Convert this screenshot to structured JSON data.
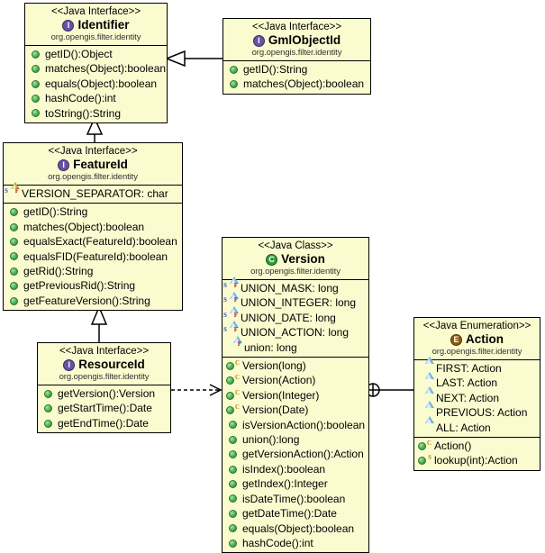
{
  "diagram": {
    "title": "org.opengis.filter.identity UML class diagram",
    "background": "#ffffff",
    "box_fill": "#fbfbd0",
    "line_color": "#000000"
  },
  "classes": [
    {
      "id": "identifier",
      "stereotype": "<<Java Interface>>",
      "name": "Identifier",
      "package": "org.opengis.filter.identity",
      "kind_icon": "interface-icon",
      "fields": [],
      "methods": [
        {
          "label": "getID():Object",
          "icon": "public-method-icon"
        },
        {
          "label": "matches(Object):boolean",
          "icon": "public-method-icon"
        },
        {
          "label": "equals(Object):boolean",
          "icon": "public-method-icon"
        },
        {
          "label": "hashCode():int",
          "icon": "public-method-icon"
        },
        {
          "label": "toString():String",
          "icon": "public-method-icon"
        }
      ]
    },
    {
      "id": "gmlobjectid",
      "stereotype": "<<Java Interface>>",
      "name": "GmlObjectId",
      "package": "org.opengis.filter.identity",
      "kind_icon": "interface-icon",
      "fields": [],
      "methods": [
        {
          "label": "getID():String",
          "icon": "public-method-icon"
        },
        {
          "label": "matches(Object):boolean",
          "icon": "public-method-icon"
        }
      ]
    },
    {
      "id": "featureid",
      "stereotype": "<<Java Interface>>",
      "name": "FeatureId",
      "package": "org.opengis.filter.identity",
      "kind_icon": "interface-icon",
      "fields": [
        {
          "label": "VERSION_SEPARATOR: char",
          "icon": "static-final-field-icon"
        }
      ],
      "methods": [
        {
          "label": "getID():String",
          "icon": "public-method-icon"
        },
        {
          "label": "matches(Object):boolean",
          "icon": "public-method-icon"
        },
        {
          "label": "equalsExact(FeatureId):boolean",
          "icon": "public-method-icon"
        },
        {
          "label": "equalsFID(FeatureId):boolean",
          "icon": "public-method-icon"
        },
        {
          "label": "getRid():String",
          "icon": "public-method-icon"
        },
        {
          "label": "getPreviousRid():String",
          "icon": "public-method-icon"
        },
        {
          "label": "getFeatureVersion():String",
          "icon": "public-method-icon"
        }
      ]
    },
    {
      "id": "resourceid",
      "stereotype": "<<Java Interface>>",
      "name": "ResourceId",
      "package": "org.opengis.filter.identity",
      "kind_icon": "interface-icon",
      "fields": [],
      "methods": [
        {
          "label": "getVersion():Version",
          "icon": "public-method-icon"
        },
        {
          "label": "getStartTime():Date",
          "icon": "public-method-icon"
        },
        {
          "label": "getEndTime():Date",
          "icon": "public-method-icon"
        }
      ]
    },
    {
      "id": "version",
      "stereotype": "<<Java Class>>",
      "name": "Version",
      "package": "org.opengis.filter.identity",
      "kind_icon": "class-icon",
      "fields": [
        {
          "label": "UNION_MASK: long",
          "icon": "static-final-field-icon"
        },
        {
          "label": "UNION_INTEGER: long",
          "icon": "static-final-field-icon"
        },
        {
          "label": "UNION_DATE: long",
          "icon": "static-final-field-icon"
        },
        {
          "label": "UNION_ACTION: long",
          "icon": "static-final-field-icon"
        },
        {
          "label": "union: long",
          "icon": "final-field-icon"
        }
      ],
      "methods": [
        {
          "label": "Version(long)",
          "icon": "constructor-icon"
        },
        {
          "label": "Version(Action)",
          "icon": "constructor-icon"
        },
        {
          "label": "Version(Integer)",
          "icon": "constructor-icon"
        },
        {
          "label": "Version(Date)",
          "icon": "constructor-icon"
        },
        {
          "label": "isVersionAction():boolean",
          "icon": "public-method-icon"
        },
        {
          "label": "union():long",
          "icon": "public-method-icon"
        },
        {
          "label": "getVersionAction():Action",
          "icon": "public-method-icon"
        },
        {
          "label": "isIndex():boolean",
          "icon": "public-method-icon"
        },
        {
          "label": "getIndex():Integer",
          "icon": "public-method-icon"
        },
        {
          "label": "isDateTime():boolean",
          "icon": "public-method-icon"
        },
        {
          "label": "getDateTime():Date",
          "icon": "public-method-icon"
        },
        {
          "label": "equals(Object):boolean",
          "icon": "public-method-icon"
        },
        {
          "label": "hashCode():int",
          "icon": "public-method-icon"
        }
      ]
    },
    {
      "id": "action",
      "stereotype": "<<Java Enumeration>>",
      "name": "Action",
      "package": "org.opengis.filter.identity",
      "kind_icon": "enumeration-icon",
      "fields": [
        {
          "label": "FIRST: Action",
          "icon": "enum-constant-icon"
        },
        {
          "label": "LAST: Action",
          "icon": "enum-constant-icon"
        },
        {
          "label": "NEXT: Action",
          "icon": "enum-constant-icon"
        },
        {
          "label": "PREVIOUS: Action",
          "icon": "enum-constant-icon"
        },
        {
          "label": "ALL: Action",
          "icon": "enum-constant-icon"
        }
      ],
      "methods": [
        {
          "label": "Action()",
          "icon": "constructor-icon"
        },
        {
          "label": "lookup(int):Action",
          "icon": "static-method-icon"
        }
      ]
    }
  ],
  "relationships": [
    {
      "from": "gmlobjectid",
      "to": "identifier",
      "type": "generalization",
      "style": "solid-hollow-triangle"
    },
    {
      "from": "featureid",
      "to": "identifier",
      "type": "generalization",
      "style": "solid-hollow-triangle"
    },
    {
      "from": "resourceid",
      "to": "featureid",
      "type": "generalization",
      "style": "solid-hollow-triangle"
    },
    {
      "from": "resourceid",
      "to": "version",
      "type": "dependency",
      "style": "dashed-open-arrow"
    },
    {
      "from": "version",
      "to": "action",
      "type": "containment",
      "style": "circle-plus"
    }
  ],
  "icon_glyphs": {
    "interface-icon": "I",
    "class-icon": "C",
    "enumeration-icon": "E",
    "static-marker": "S",
    "final-marker": "F",
    "constructor-marker": "C"
  }
}
